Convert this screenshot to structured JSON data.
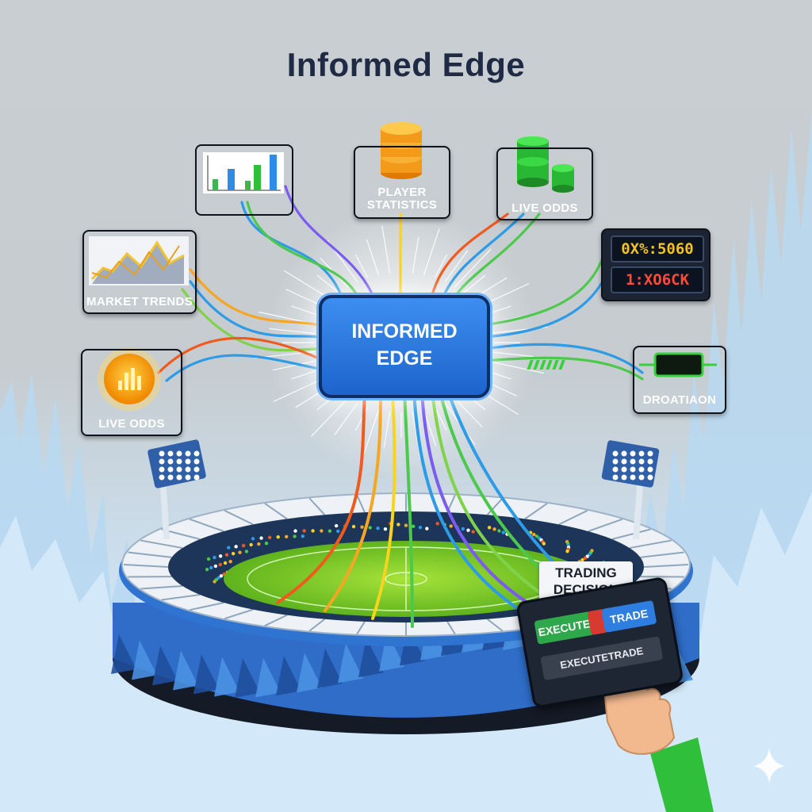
{
  "title": "Informed Edge",
  "hub": {
    "line1": "INFORMED",
    "line2": "EDGE"
  },
  "sources": {
    "bar_chart": {
      "label": ""
    },
    "player_statistics": {
      "line1": "PLAYER",
      "line2": "STATISTICS"
    },
    "live_odds_top": {
      "label": "LIVE ODDS"
    },
    "market_trends": {
      "label": "MARKET TRENDS"
    },
    "odds_ticker": {
      "line1": "0Х%:5060",
      "line2": "1:ХO6CK"
    },
    "live_odds_left": {
      "label": "LIVE ODDS"
    },
    "droatiaon": {
      "label": "DROATIAON"
    }
  },
  "decision": {
    "label_line1": "TRADING",
    "label_line2": "DECISION",
    "buttons": [
      "EXECUTE",
      "TRADE",
      "EXECUTE",
      "TRADE"
    ]
  },
  "colors": {
    "hub": "#2b7de0",
    "flow": [
      "#f05a1e",
      "#f5a623",
      "#f7d51d",
      "#4cc94c",
      "#2e9be6",
      "#7b5cf0"
    ],
    "pitch": "#7ed321",
    "panel": "#1e2533",
    "execute_green": "#2ea84a",
    "execute_red": "#d93a2f",
    "execute_blue": "#2d7ee0"
  }
}
